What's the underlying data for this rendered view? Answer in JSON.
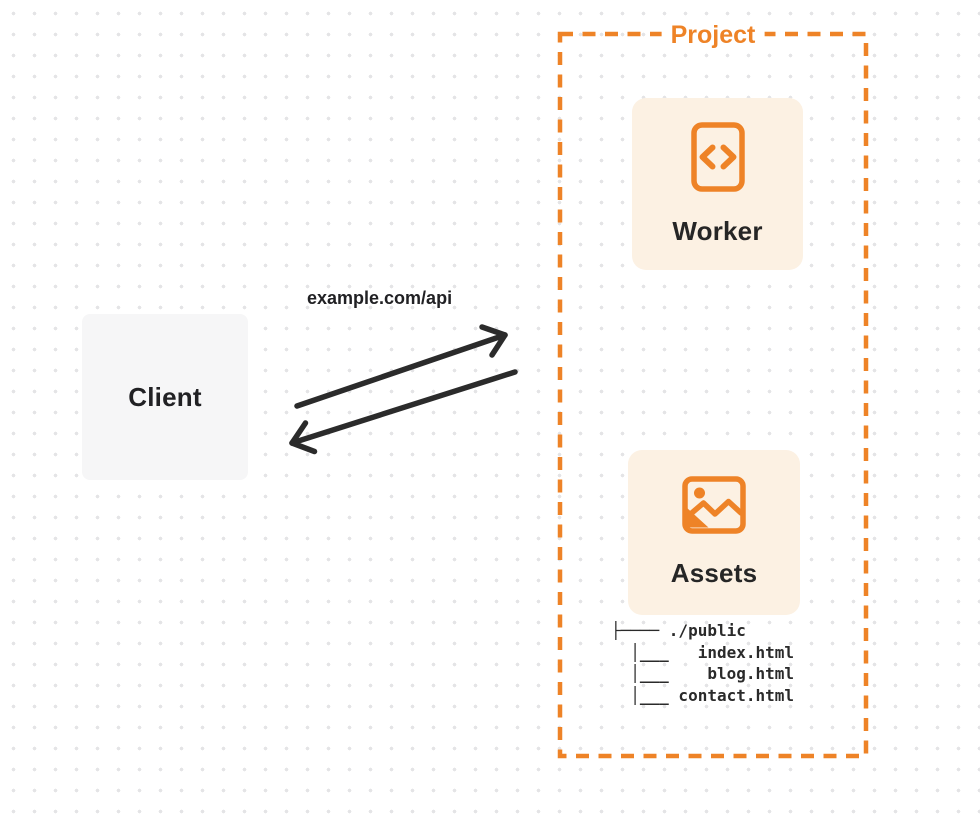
{
  "colors": {
    "accent_orange": "#EE8327",
    "card_background": "#FCF1E3",
    "client_background": "#F6F6F7",
    "arrow_dark": "#2B2B2B",
    "text_dark": "#212124",
    "dot_grid": "#E4E4E6"
  },
  "client": {
    "label": "Client"
  },
  "request": {
    "label": "example.com/api"
  },
  "project": {
    "label": "Project",
    "worker": {
      "label": "Worker",
      "icon": "code-file-icon"
    },
    "assets": {
      "label": "Assets",
      "icon": "image-icon"
    },
    "file_tree": {
      "lines": [
        "├──── ./public",
        "  │___   index.html",
        "  │___    blog.html",
        "  │___ contact.html"
      ]
    }
  }
}
